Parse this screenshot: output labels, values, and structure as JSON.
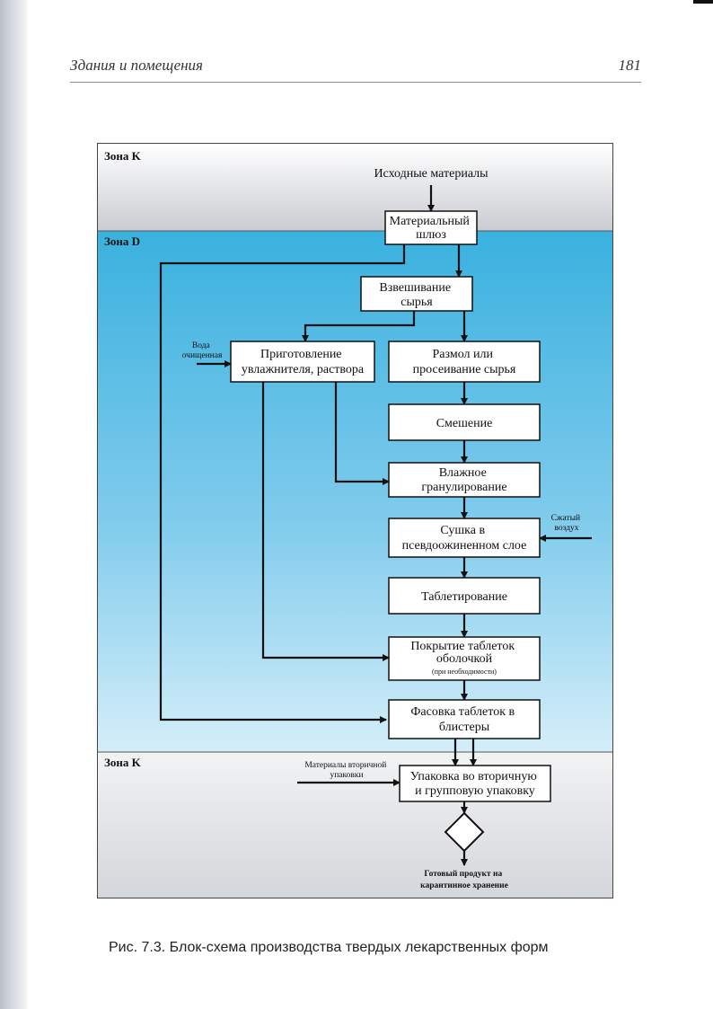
{
  "header": {
    "title": "Здания и помещения",
    "page_number": "181"
  },
  "zones": {
    "top": "Зона K",
    "middle": "Зона D",
    "bottom": "Зона K"
  },
  "inputs": {
    "raw_materials": "Исходные материалы",
    "purified_water": [
      "Вода",
      "очищенная"
    ],
    "compressed_air": [
      "Сжатый",
      "воздух"
    ],
    "secondary_packaging_materials": [
      "Материалы вторичной",
      "упаковки"
    ]
  },
  "steps": {
    "airlock": [
      "Материальный",
      "шлюз"
    ],
    "weighing": [
      "Взвешивание",
      "сырья"
    ],
    "binder_preparation": [
      "Приготовление",
      "увлажнителя, раствора"
    ],
    "milling": [
      "Размол или",
      "просеивание сырья"
    ],
    "mixing": [
      "Смешение"
    ],
    "wet_granulation": [
      "Влажное",
      "гранулирование"
    ],
    "drying": [
      "Сушка в",
      "псевдоожиненном слое"
    ],
    "tableting": [
      "Таблетирование"
    ],
    "coating": [
      "Покрытие таблеток",
      "оболочкой"
    ],
    "coating_note": "(при необходимости)",
    "blistering": [
      "Фасовка таблеток в",
      "блистеры"
    ],
    "secondary_packing": [
      "Упаковка во вторичную",
      "и групповую упаковку"
    ]
  },
  "output": [
    "Готовый продукт на",
    "карантинное хранение"
  ],
  "caption": "Рис. 7.3. Блок-схема производства твердых лекарственных форм"
}
